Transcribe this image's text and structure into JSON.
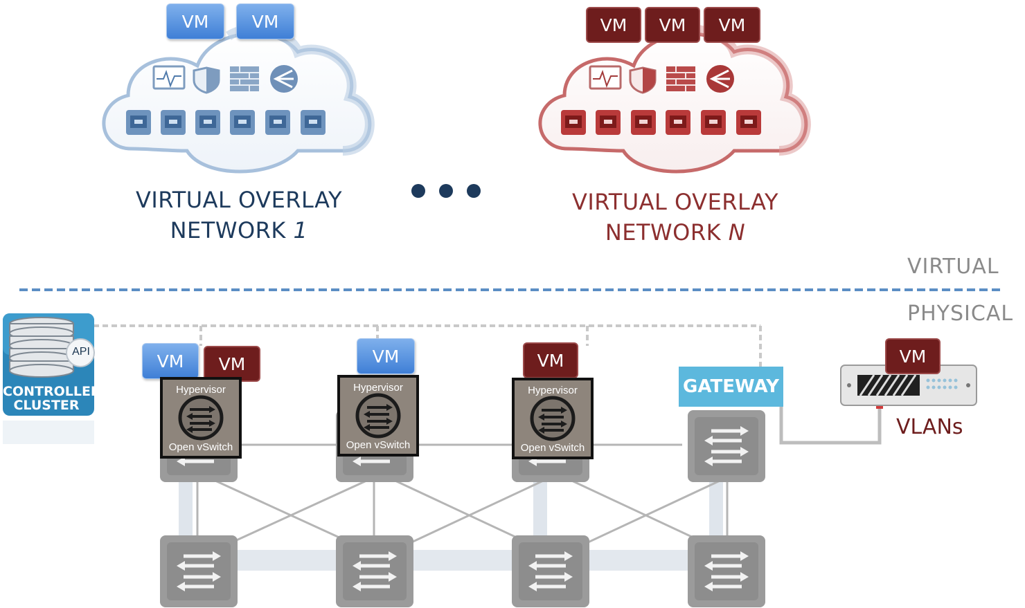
{
  "overlay_1": {
    "vms": [
      "VM",
      "VM"
    ],
    "title_line1": "VIRTUAL OVERLAY",
    "title_line2": "NETWORK",
    "title_index": "1",
    "color": "#1d3a5c",
    "cloud_color": "#9fbbd8"
  },
  "overlay_n": {
    "vms": [
      "VM",
      "VM",
      "VM"
    ],
    "title_line1": "VIRTUAL OVERLAY",
    "title_line2": "NETWORK",
    "title_index": "N",
    "color": "#8c2f2f",
    "cloud_color": "#c26161"
  },
  "layers": {
    "virtual": "VIRTUAL",
    "physical": "PHYSICAL"
  },
  "controller": {
    "api": "API",
    "label_line1": "CONTROLLER",
    "label_line2": "CLUSTER"
  },
  "hosts": [
    {
      "vms": [
        "VM",
        "VM"
      ],
      "top": "Hypervisor",
      "bottom": "Open vSwitch"
    },
    {
      "vms": [
        "VM"
      ],
      "top": "Hypervisor",
      "bottom": "Open vSwitch"
    },
    {
      "vms": [
        "VM"
      ],
      "top": "Hypervisor",
      "bottom": "Open vSwitch"
    }
  ],
  "gateway": {
    "label": "GATEWAY"
  },
  "vlan_device": {
    "vm": "VM",
    "label": "VLANs"
  },
  "colors": {
    "blue_vm": "#4f8ee0",
    "red_vm": "#6e1d1d",
    "gateway": "#5cb8dd",
    "divider": "#5b8ec4",
    "switch": "#9a9a9a"
  },
  "icons": [
    "monitor-icon",
    "shield-icon",
    "firewall-icon",
    "load-balancer-icon",
    "network-port-icon",
    "switch-icon",
    "server-stack-icon",
    "vlan-appliance-icon"
  ]
}
